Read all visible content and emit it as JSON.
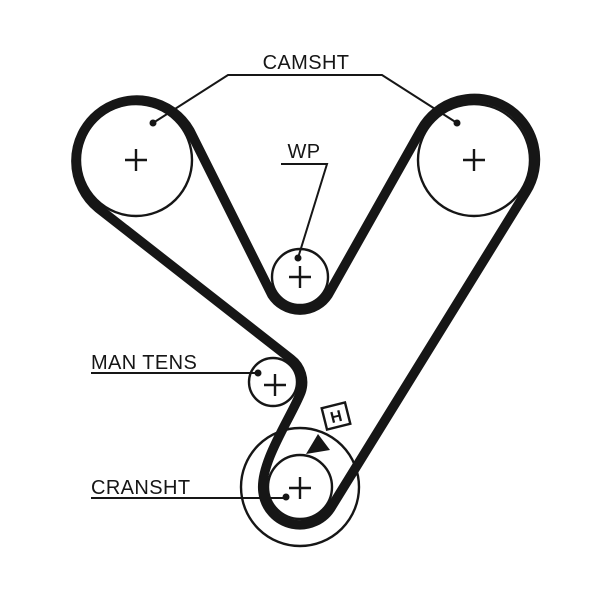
{
  "diagram": {
    "kind": "timing-belt-routing-diagram",
    "colors": {
      "background": "#ffffff",
      "line": "#161616"
    },
    "labels": {
      "camshaft": "CAMSHT",
      "water_pump": "WP",
      "manual_tensioner": "MAN TENS",
      "crankshaft": "CRANSHT"
    },
    "markers": {
      "tooth_profile": "H"
    }
  }
}
